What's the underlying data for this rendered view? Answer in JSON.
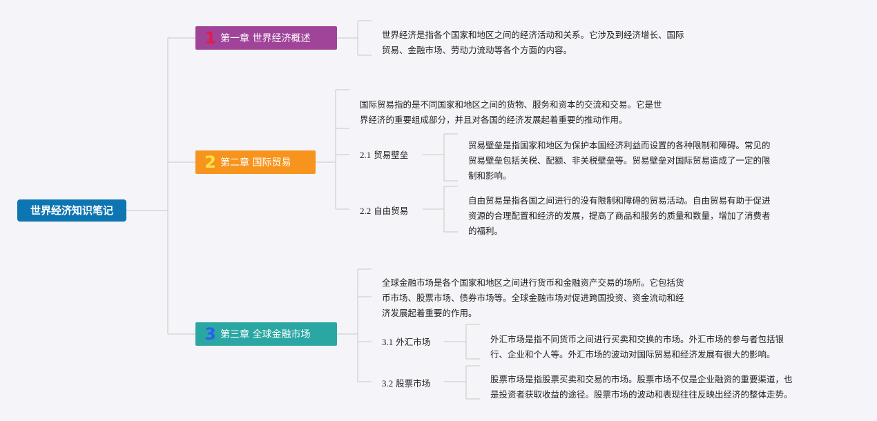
{
  "root": {
    "label": "世界经济知识笔记"
  },
  "chapters": [
    {
      "num": "1",
      "label": "第一章 世界经济概述",
      "desc_lines": [
        "世界经济是指各个国家和地区之间的经济活动和关系。它涉及到经济增长、国际",
        "贸易、金融市场、劳动力流动等各个方面的内容。"
      ]
    },
    {
      "num": "2",
      "label": "第二章 国际贸易",
      "desc_lines": [
        "国际贸易指的是不同国家和地区之间的货物、服务和资本的交流和交易。它是世",
        "界经济的重要组成部分，并且对各国的经济发展起着重要的推动作用。"
      ],
      "sections": [
        {
          "num": "2.1",
          "label": "贸易壁垒",
          "desc_lines": [
            "贸易壁垒是指国家和地区为保护本国经济利益而设置的各种限制和障碍。常见的",
            "贸易壁垒包括关税、配额、非关税壁垒等。贸易壁垒对国际贸易造成了一定的限",
            "制和影响。"
          ]
        },
        {
          "num": "2.2",
          "label": "自由贸易",
          "desc_lines": [
            "自由贸易是指各国之间进行的没有限制和障碍的贸易活动。自由贸易有助于促进",
            "资源的合理配置和经济的发展，提高了商品和服务的质量和数量，增加了消费者",
            "的福利。"
          ]
        }
      ]
    },
    {
      "num": "3",
      "label": "第三章 全球金融市场",
      "desc_lines": [
        "全球金融市场是各个国家和地区之间进行货币和金融资产交易的场所。它包括货",
        "币市场、股票市场、债券市场等。全球金融市场对促进跨国投资、资金流动和经",
        "济发展起着重要的作用。"
      ],
      "sections": [
        {
          "num": "3.1",
          "label": "外汇市场",
          "desc_lines": [
            "外汇市场是指不同货币之间进行买卖和交换的市场。外汇市场的参与者包括银",
            "行、企业和个人等。外汇市场的波动对国际贸易和经济发展有很大的影响。"
          ]
        },
        {
          "num": "3.2",
          "label": "股票市场",
          "desc_lines": [
            "股票市场是指股票买卖和交易的市场。股票市场不仅是企业融资的重要渠道，也",
            "是投资者获取收益的途径。股票市场的波动和表现往往反映出经济的整体走势。"
          ]
        }
      ]
    }
  ]
}
